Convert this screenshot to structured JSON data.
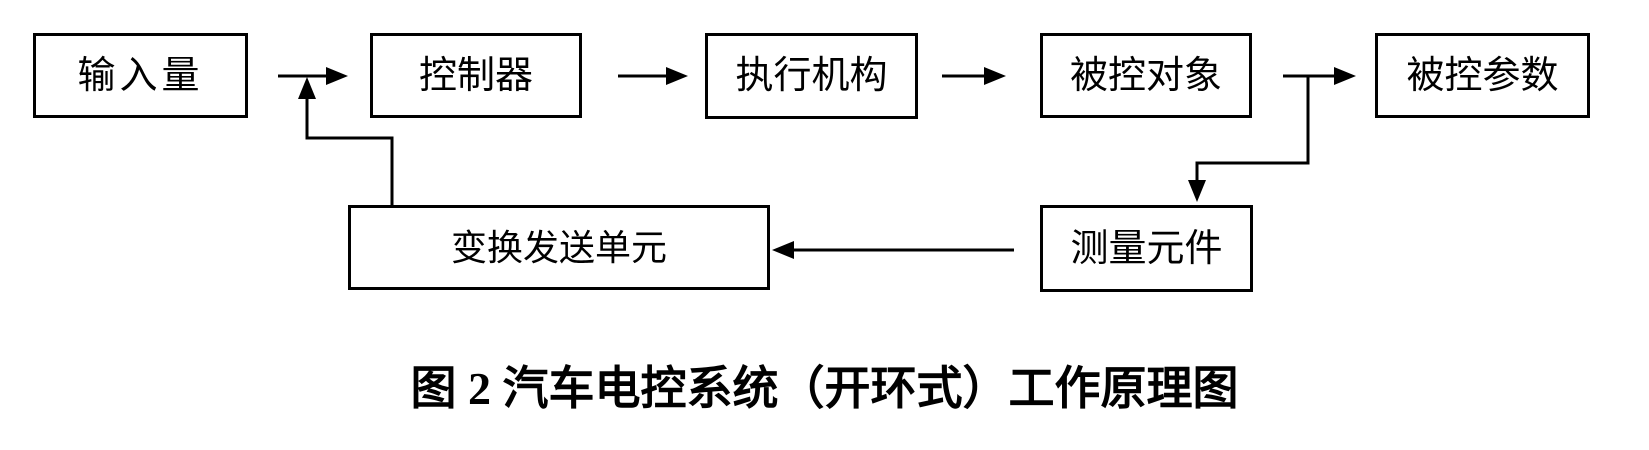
{
  "diagram": {
    "caption": "图 2 汽车电控系统（开环式）工作原理图",
    "nodes": [
      {
        "id": "input",
        "label": "输入量"
      },
      {
        "id": "controller",
        "label": "控制器"
      },
      {
        "id": "actuator",
        "label": "执行机构"
      },
      {
        "id": "controlled_object",
        "label": "被控对象"
      },
      {
        "id": "controlled_parameter",
        "label": "被控参数"
      },
      {
        "id": "transform_send_unit",
        "label": "变换发送单元"
      },
      {
        "id": "measuring_element",
        "label": "测量元件"
      }
    ],
    "edges": [
      {
        "from": "input",
        "to": "controller",
        "style": "arrow-right"
      },
      {
        "from": "controller",
        "to": "actuator",
        "style": "arrow-right"
      },
      {
        "from": "actuator",
        "to": "controlled_object",
        "style": "arrow-right"
      },
      {
        "from": "controlled_object",
        "to": "controlled_parameter",
        "style": "arrow-right"
      },
      {
        "from": "controlled_object_output",
        "to": "measuring_element",
        "style": "elbow-down-arrow"
      },
      {
        "from": "measuring_element",
        "to": "transform_send_unit",
        "style": "arrow-left"
      },
      {
        "from": "transform_send_unit",
        "to": "input_controller_line",
        "style": "elbow-up-arrow"
      }
    ],
    "colors": {
      "line": "#000000",
      "background": "#ffffff",
      "text": "#000000"
    }
  }
}
